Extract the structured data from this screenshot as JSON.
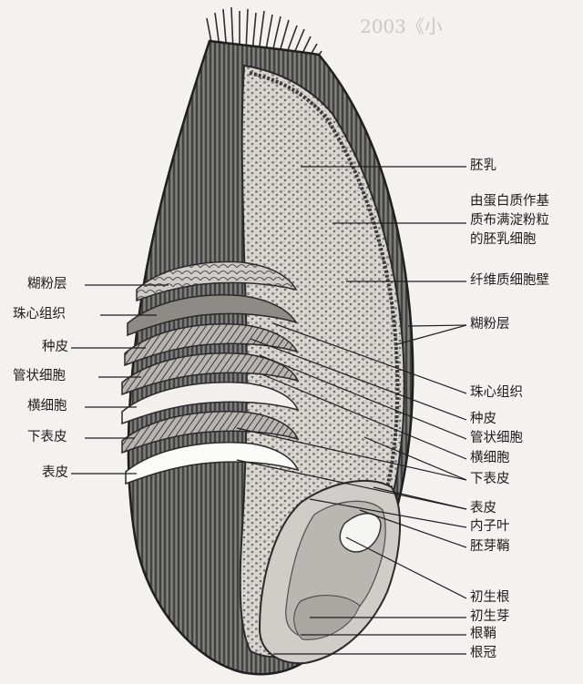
{
  "labels_left": [
    "糊粉层",
    "珠心组织",
    "种皮",
    "管状细胞",
    "横细胞",
    "下表皮",
    "表皮"
  ],
  "labels_right": {
    "endosperm": "胚乳",
    "endosperm_cell": [
      "由蛋白质作基",
      "质布满淀粉粒",
      "的胚乳细胞"
    ],
    "cellulose_wall": "纤维质细胞壁",
    "aleurone": "糊粉层",
    "nucellus": "珠心组织",
    "seed_coat": "种皮",
    "tube_cells": "管状细胞",
    "cross_cells": "横细胞",
    "hypodermis": "下表皮",
    "epidermis": "表皮",
    "scutellum": "内子叶",
    "coleoptile": "胚芽鞘",
    "radicle": "初生根",
    "plumule": "初生芽",
    "coleorhiza": "根鞘",
    "root_cap": "根冠"
  },
  "background_text": "2003《小"
}
